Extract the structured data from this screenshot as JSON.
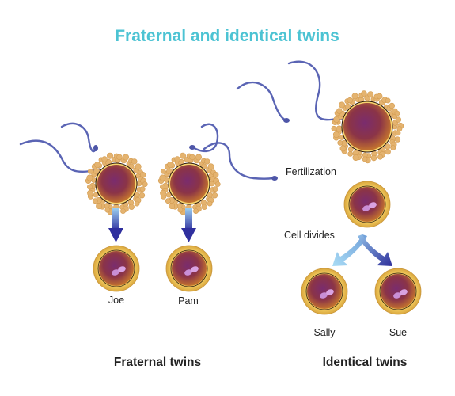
{
  "title": "Fraternal and identical twins",
  "labels": {
    "fertilization": "Fertilization",
    "cell_divides": "Cell divides"
  },
  "fraternal": {
    "caption": "Fraternal twins",
    "twins": [
      "Joe",
      "Pam"
    ]
  },
  "identical": {
    "caption": "Identical twins",
    "twins": [
      "Sally",
      "Sue"
    ]
  },
  "colors": {
    "title": "#4cc3d3",
    "sperm": "#5a64b4",
    "corona": "#e4b36f",
    "cell_ring": "#eec556",
    "cell_core": "#8a2a4a",
    "nucleus": "#c98fd6",
    "arrow_dark": "#3a3aa8",
    "arrow_light": "#8fc6ec"
  }
}
